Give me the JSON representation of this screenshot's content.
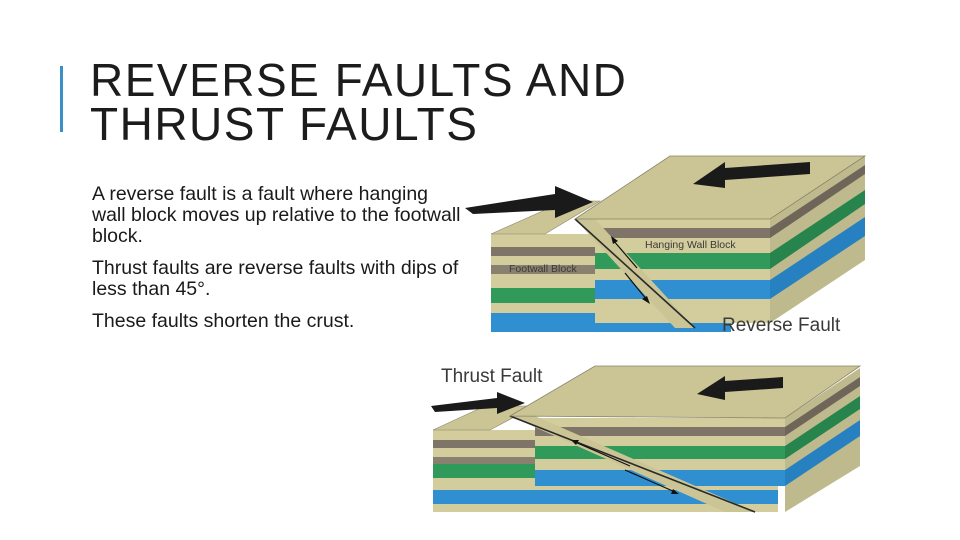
{
  "slide": {
    "title_line1": "REVERSE FAULTS AND",
    "title_line2": "THRUST FAULTS",
    "paragraphs": [
      "A reverse fault is a fault where hanging wall block moves up relative to the footwall block.",
      "Thrust faults are reverse faults with dips of less than 45°.",
      "These faults shorten the crust."
    ],
    "accent_color": "#3a8fc7"
  },
  "diagram": {
    "reverse": {
      "title": "Reverse Fault",
      "hanging_wall_label": "Hanging Wall Block",
      "footwall_label": "Footwall Block"
    },
    "thrust": {
      "title": "Thrust Fault"
    },
    "colors": {
      "tan_top": "#cbc596",
      "tan_layer": "#d3cc9c",
      "gray_layer": "#7e7468",
      "green_layer": "#2f9a5a",
      "blue_layer": "#2f8fd0",
      "arrow": "#1a1a1a"
    },
    "icons": [
      "black-arrow-left-icon",
      "black-arrow-right-icon"
    ]
  }
}
